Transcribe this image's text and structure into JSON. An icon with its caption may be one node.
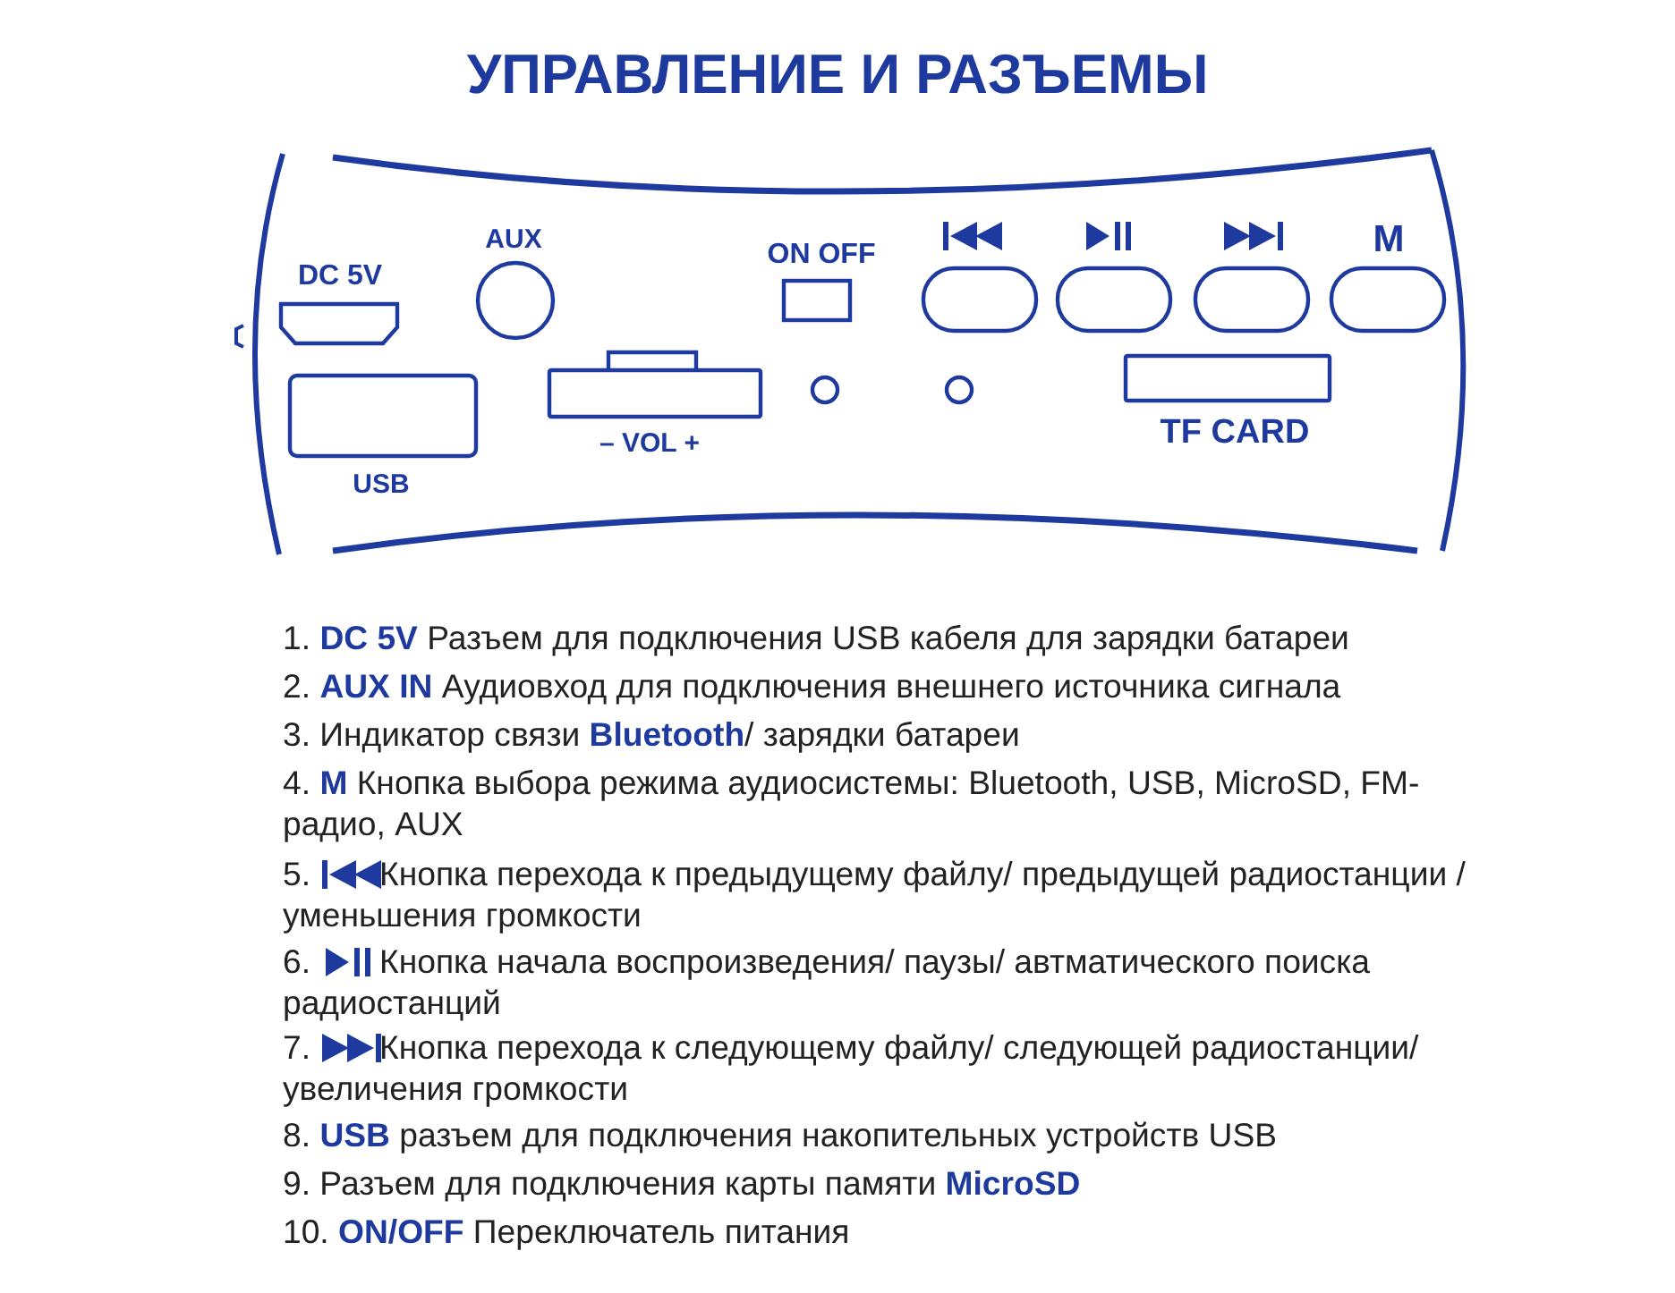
{
  "diagram": {
    "title": "УПРАВЛЕНИЕ И РАЗЪЕМЫ",
    "labels": [
      "DC 5V",
      "AUX",
      "ON OFF",
      "M",
      "– VOL +",
      "USB",
      "TF CARD",
      "1. **DC 5V** Разъем для подключения USB кабеля для зарядки батареи",
      "2. **AUX IN** Аудиовход для подключения внешнего источника сигнала",
      "3. Индикатор связи **Bluetooth**/ зарядки батареи",
      "4. **M** Кнопка выбора режима аудиосистемы: Bluetooth, USB, MicroSD, FM-радио, AUX",
      "5.",
      "Кнопка перехода к предыдущему файлу/ предыдущей радиостанции / уменьшения громкости",
      "6.",
      "Кнопка начала воспроизведения/ паузы/ автматического поиска радиостанций",
      "7.",
      "Кнопка перехода к следующему файлу/ следующей радиостанции/ увеличения громкости",
      "8. **USB** разъем для подключения накопительных устройств USB",
      "9. Разъем для подключения карты памяти **MicroSD**",
      "10. **ON/OFF** Переключатель питания"
    ]
  }
}
